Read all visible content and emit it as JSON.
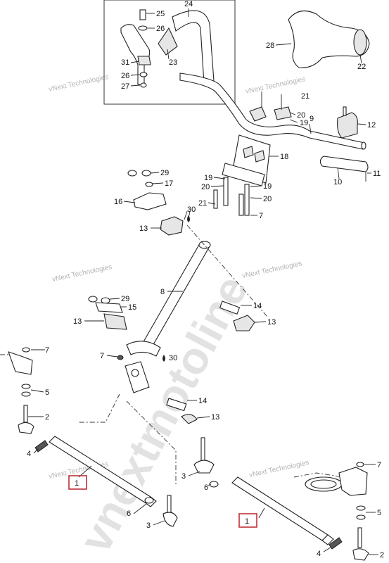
{
  "watermark": {
    "small": [
      "vNext Technologies"
    ],
    "large": "vnextmotoline"
  },
  "callouts": {
    "c1a": "1",
    "c1b": "1",
    "c2a": "2",
    "c2b": "2",
    "c3a": "3",
    "c3b": "3",
    "c4a": "4",
    "c4b": "4",
    "c5a": "5",
    "c5b": "5",
    "c6a": "6",
    "c6b": "6",
    "c7a": "7",
    "c7b": "7",
    "c7c": "7",
    "c8": "8",
    "c9": "9",
    "c10": "10",
    "c11": "11",
    "c12": "12",
    "c13a": "13",
    "c13b": "13",
    "c13c": "13",
    "c14a": "14",
    "c14b": "14",
    "c15": "15",
    "c16": "16",
    "c17": "17",
    "c18": "18",
    "c19a": "19",
    "c19b": "19",
    "c19c": "19",
    "c20a": "20",
    "c20b": "20",
    "c20c": "20",
    "c21a": "21",
    "c21b": "21",
    "c22": "22",
    "c23": "23",
    "c24": "24",
    "c25": "25",
    "c26": "26",
    "c27": "27",
    "c28": "28",
    "c29a": "29",
    "c29b": "29",
    "c30a": "30",
    "c30b": "30",
    "c31": "31"
  },
  "highlighted_parts": [
    "1"
  ]
}
